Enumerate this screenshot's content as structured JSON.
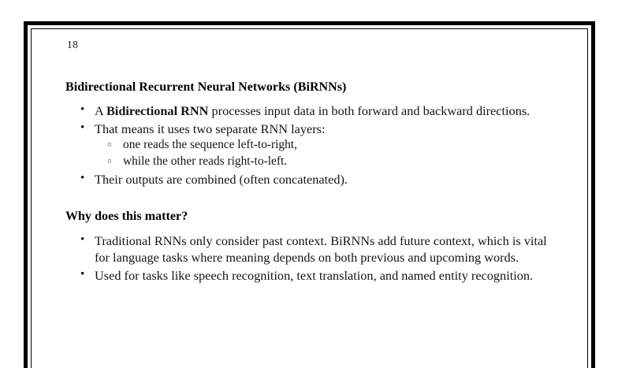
{
  "page": {
    "number": "18",
    "background": "#ffffff",
    "text_color": "#111111",
    "frame_color": "#000000"
  },
  "sections": [
    {
      "heading": "Bidirectional Recurrent Neural Networks (BiRNNs)",
      "bullets": [
        {
          "marker": "disc",
          "lead": "A ",
          "bold": "Bidirectional RNN",
          "rest": " processes input data in both forward and backward directions."
        },
        {
          "marker": "disc",
          "text": "That means it uses two separate RNN layers:",
          "subbullets": [
            {
              "marker": "circle",
              "text": "one reads the sequence left-to-right,"
            },
            {
              "marker": "circle",
              "text": "while the other reads right-to-left."
            }
          ]
        },
        {
          "marker": "disc",
          "text": "Their outputs are combined (often concatenated)."
        }
      ]
    },
    {
      "heading": "Why does this matter?",
      "bullets": [
        {
          "marker": "disc",
          "text": "Traditional RNNs only consider past context. BiRNNs add future context, which is vital for language tasks where meaning depends on both previous and upcoming words."
        },
        {
          "marker": "disc",
          "text": "Used for tasks like speech recognition, text translation, and named entity recognition."
        }
      ]
    }
  ]
}
